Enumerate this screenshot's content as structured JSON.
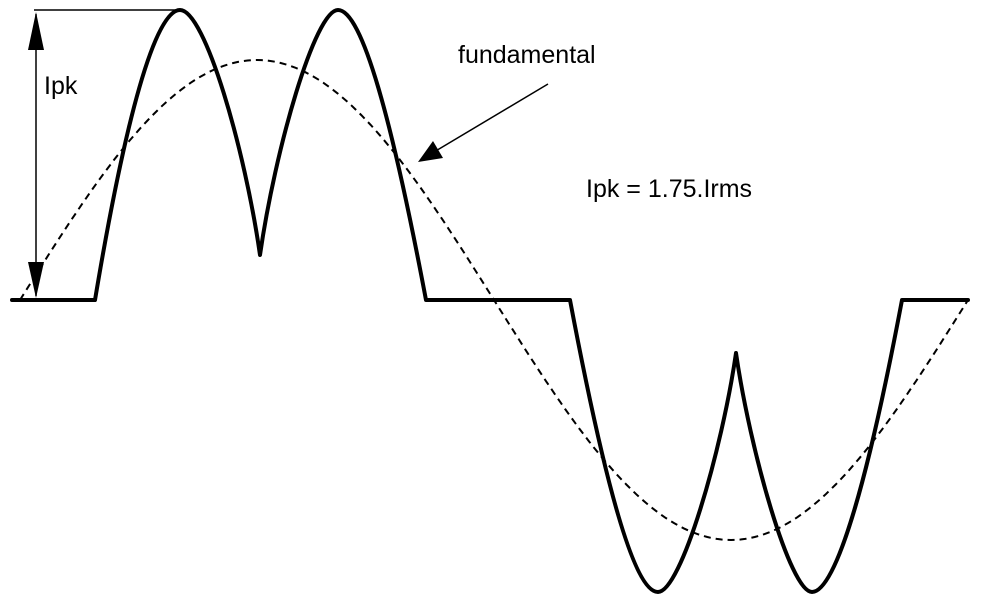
{
  "labels": {
    "peak": "Ipk",
    "fundamental": "fundamental",
    "equation": "Ipk = 1.75.Irms"
  },
  "colors": {
    "stroke": "#000000",
    "background": "#ffffff"
  }
}
